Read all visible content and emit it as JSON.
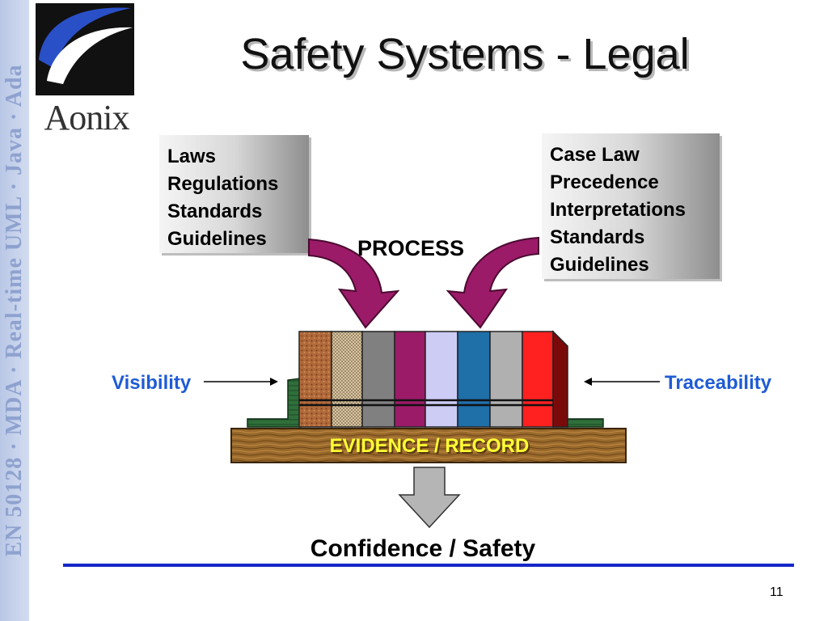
{
  "sidebar": {
    "text": "EN 50128 · MDA · Real-time UML · Java · Ada"
  },
  "logo": {
    "text": "Aonix"
  },
  "title": "Safety Systems - Legal",
  "left_box": {
    "lines": [
      "Laws",
      "Regulations",
      "Standards",
      "Guidelines"
    ]
  },
  "right_box": {
    "lines": [
      "Case Law",
      "Precedence",
      "Interpretations",
      "Standards",
      "Guidelines"
    ]
  },
  "process_label": "PROCESS",
  "visibility_label": "Visibility",
  "traceability_label": "Traceability",
  "evidence_label": "EVIDENCE / RECORD",
  "outcome_label": "Confidence / Safety",
  "page_number": "11",
  "colors": {
    "accent_blue": "#1f5bd6",
    "footer_line": "#1428c8",
    "arrow_magenta": "#9b1b68",
    "evidence_text": "#ffff33",
    "book_colors": [
      "#b0693a",
      "#c9b08a",
      "#808080",
      "#9b1b68",
      "#ccccf5",
      "#1f6fa8",
      "#b0b0b0",
      "#ff2020"
    ]
  }
}
